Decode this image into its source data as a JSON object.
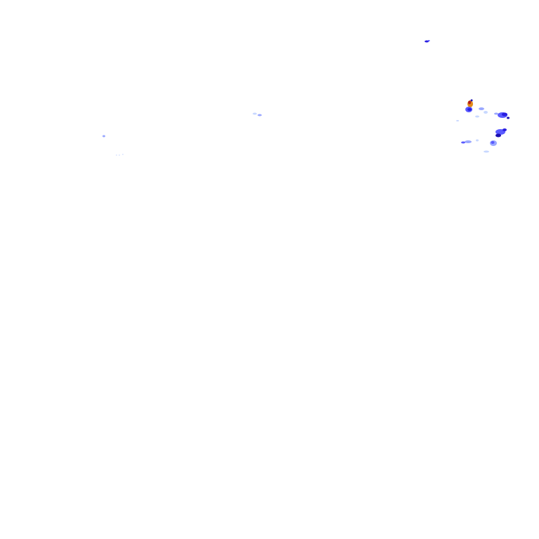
{
  "overlay": {
    "type": "radar-reflectivity",
    "background": "#ffffff",
    "palette": {
      "very_light": "#c8d8ff",
      "light": "#9aa8ff",
      "medium": "#5a5aff",
      "heavy": "#2a1fe0",
      "intense": "#1a0fb0",
      "orange": "#e08a1a",
      "red": "#b21a1a"
    },
    "echo_regions": [
      {
        "name": "northeast-cluster",
        "intensity": "heavy"
      },
      {
        "name": "far-north-speck",
        "intensity": "medium"
      },
      {
        "name": "central-light-echo",
        "intensity": "very_light"
      },
      {
        "name": "west-speck",
        "intensity": "light"
      },
      {
        "name": "west-faint",
        "intensity": "very_light"
      }
    ]
  }
}
